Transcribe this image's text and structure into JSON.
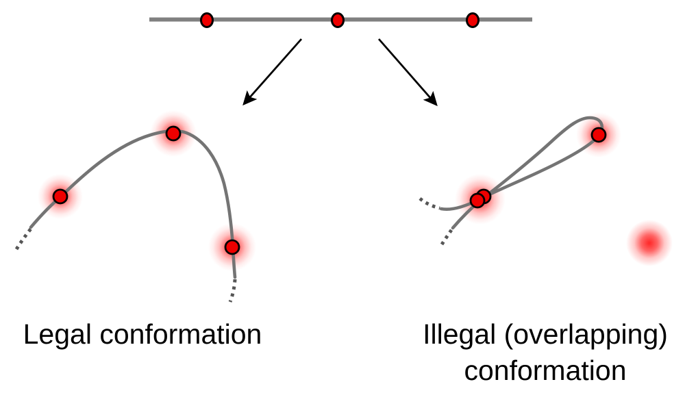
{
  "diagram": {
    "title_present": false,
    "top_chain": {
      "description": "straight chain segment with three beads",
      "bead_count": 3
    },
    "left_figure": {
      "caption": "Legal conformation",
      "bead_count": 3
    },
    "right_figure": {
      "caption_line1": "Illegal (overlapping)",
      "caption_line2": "conformation",
      "bead_count": 3,
      "overlapping_beads": 2
    },
    "isolated_glow": {
      "present": true
    },
    "colors": {
      "background": "#ffffff",
      "chain_stroke": "#747474",
      "top_line_stroke": "#808080",
      "dashed_stroke": "#565656",
      "bead_fill": "#ee0000",
      "bead_outline": "#000000",
      "glow": "#ff0000",
      "arrow": "#000000",
      "caption_text": "#000000"
    }
  }
}
